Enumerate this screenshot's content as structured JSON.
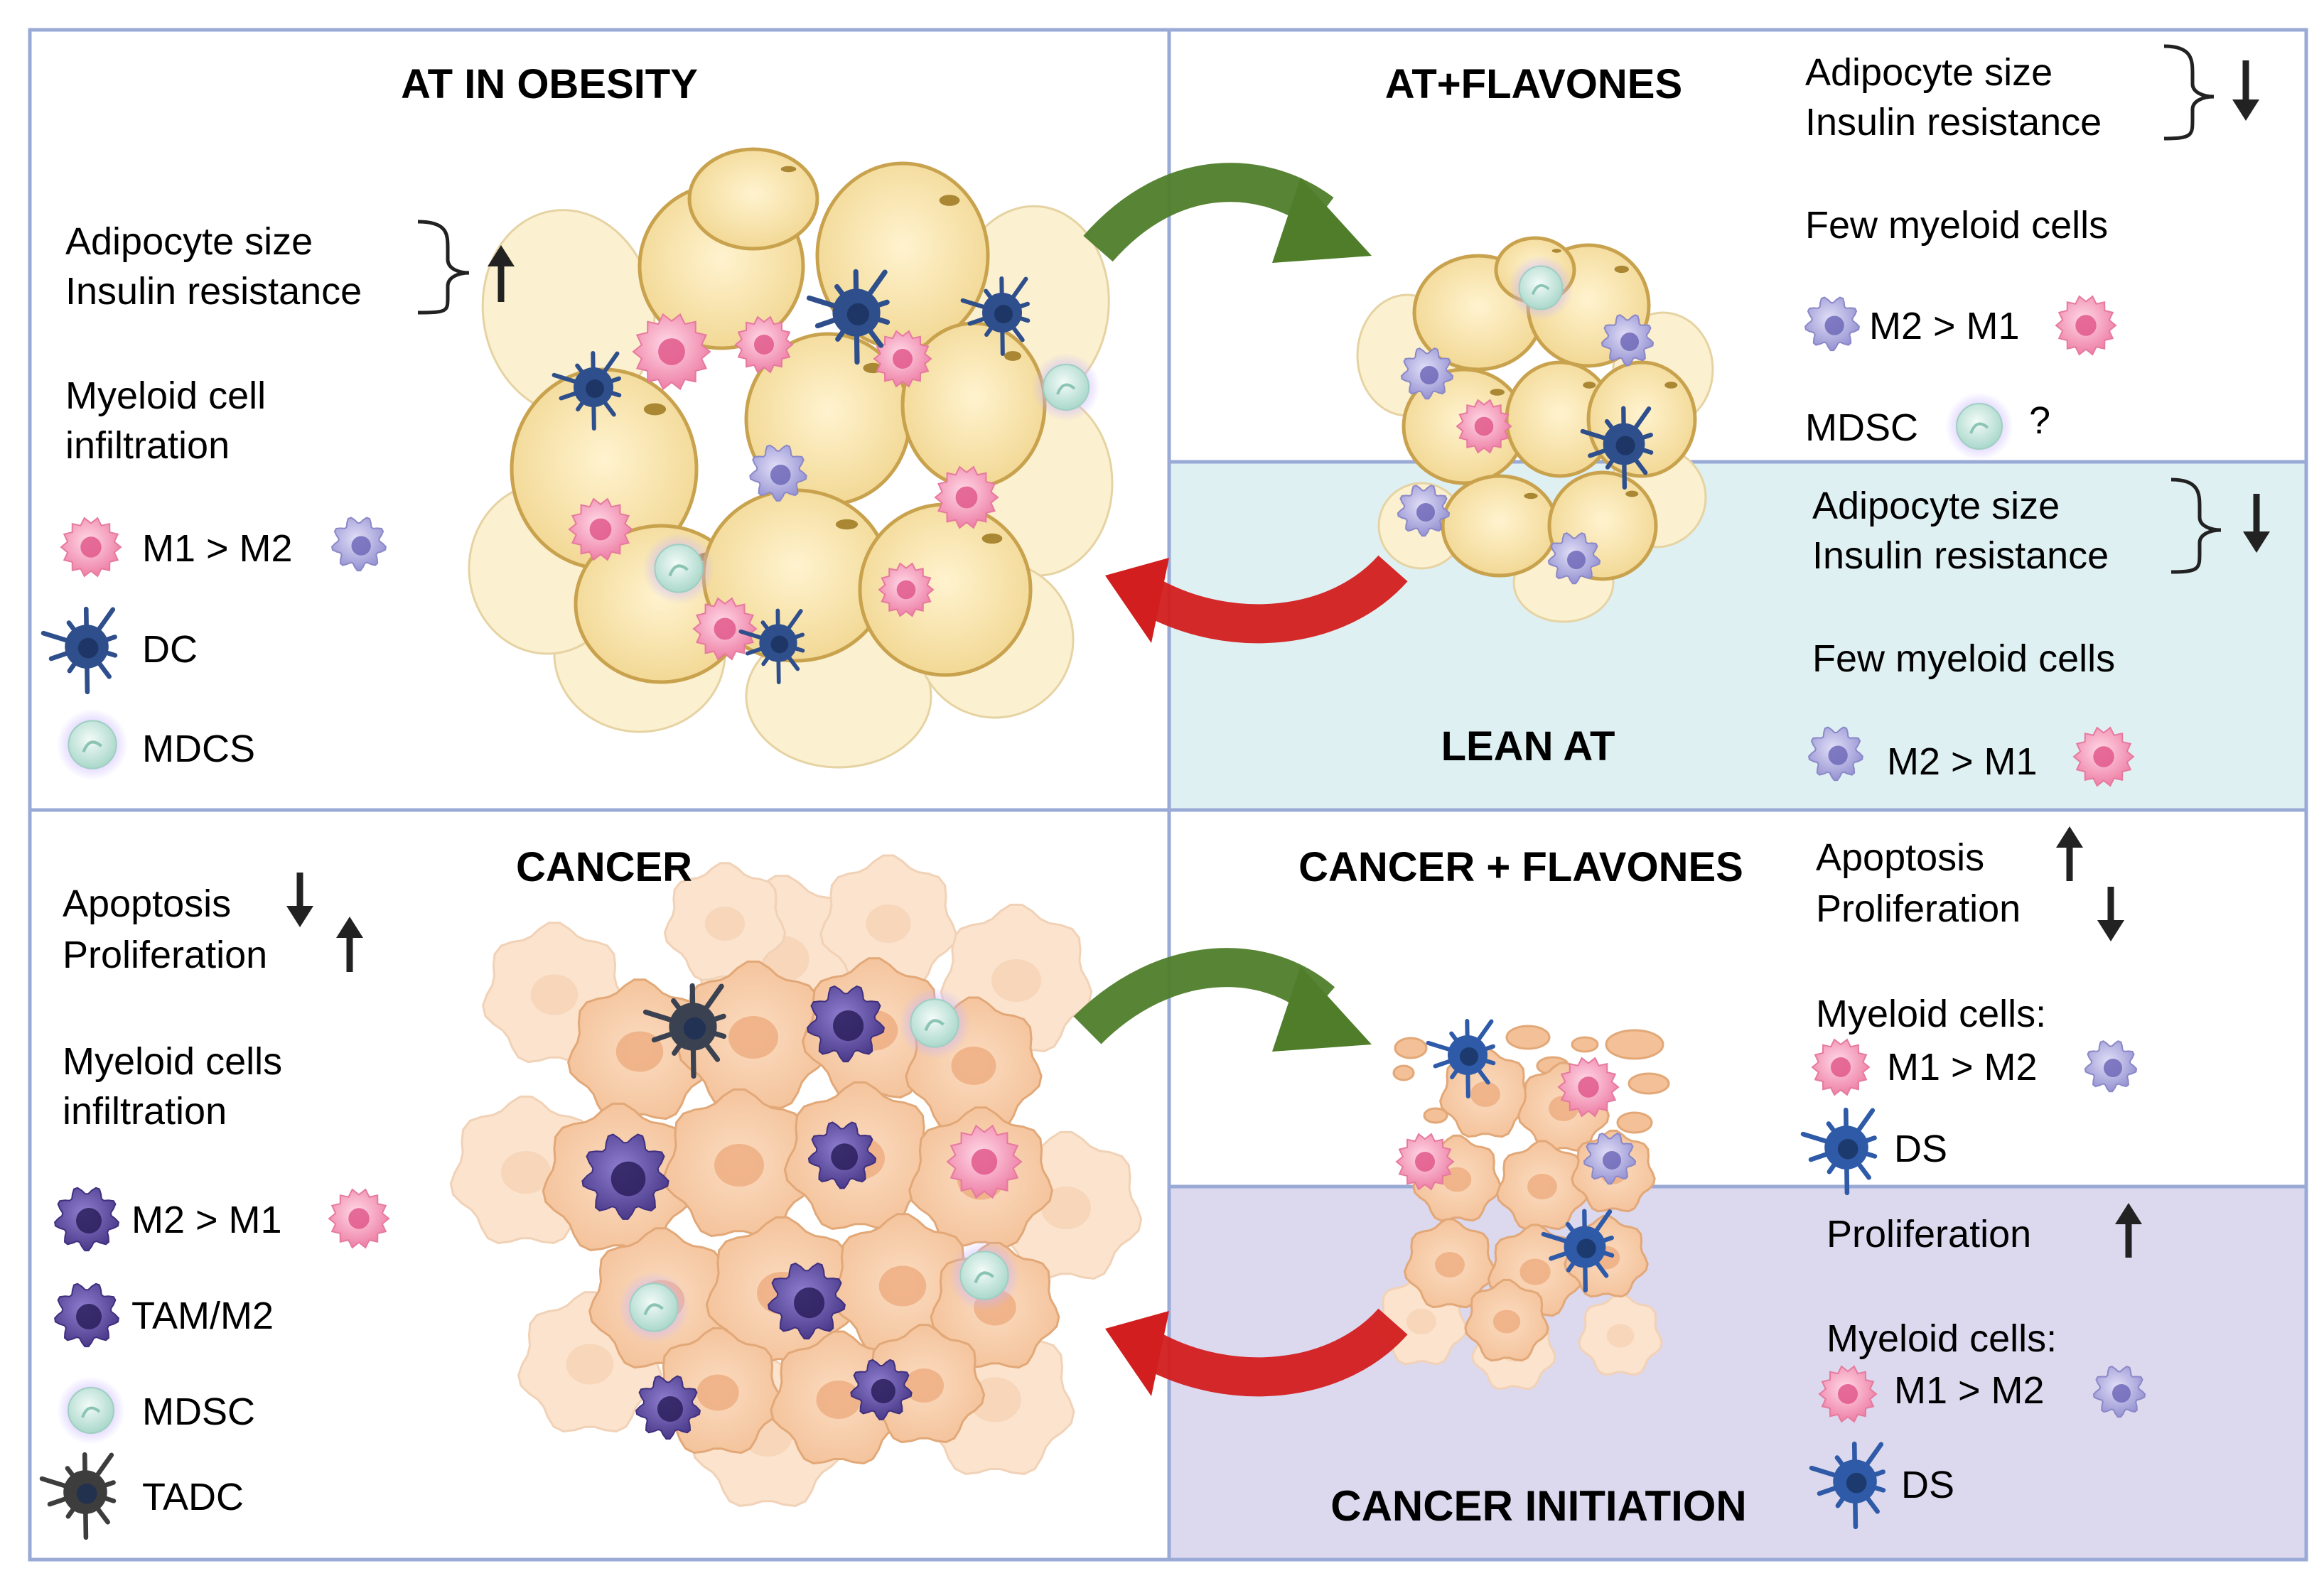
{
  "panels": {
    "at_obesity": {
      "title": "AT IN OBESITY",
      "line1": "Adipocyte size",
      "line2": "Insulin resistance",
      "infiltration1": "Myeloid cell",
      "infiltration2": "infiltration",
      "ratio": "M1 > M2",
      "dc": "DC",
      "mdsc": "MDCS"
    },
    "at_flavones": {
      "title": "AT+FLAVONES",
      "line1": "Adipocyte size",
      "line2": "Insulin resistance",
      "few": "Few myeloid cells",
      "ratio": "M2 > M1",
      "mdsc": "MDSC",
      "question": "?"
    },
    "lean_at": {
      "title": "LEAN AT",
      "line1": "Adipocyte size",
      "line2": "Insulin resistance",
      "few": "Few myeloid cells",
      "ratio": "M2 > M1"
    },
    "cancer": {
      "title": "CANCER",
      "apoptosis": "Apoptosis",
      "proliferation": "Proliferation",
      "infiltration1": "Myeloid cells",
      "infiltration2": "infiltration",
      "ratio": "M2 > M1",
      "tam": "TAM/M2",
      "mdsc": "MDSC",
      "tadc": "TADC"
    },
    "cancer_flavones": {
      "title": "CANCER + FLAVONES",
      "apoptosis": "Apoptosis",
      "proliferation": "Proliferation",
      "myeloid": "Myeloid cells:",
      "ratio": "M1 > M2",
      "ds": "DS"
    },
    "cancer_initiation": {
      "title": "CANCER INITIATION",
      "proliferation": "Proliferation",
      "myeloid": "Myeloid cells:",
      "ratio": "M1 > M2",
      "ds": "DS"
    }
  },
  "colors": {
    "border": "#9aaad6",
    "lean_bg": "#dff0f3",
    "initiation_bg": "#dcd8ee",
    "adipocyte_fill": "#f7e3a6",
    "adipocyte_stroke": "#c9a24e",
    "tumor_fill": "#f6cfa7",
    "m1": "#f29bb8",
    "m2": "#a9a6dc",
    "dc": "#2e4f8c",
    "mdsc": "#cdebe3",
    "tam": "#5b4a9e",
    "tadc": "#3d3d3d",
    "arrow_green": "#4f7d2a",
    "arrow_red": "#d21e1e"
  }
}
